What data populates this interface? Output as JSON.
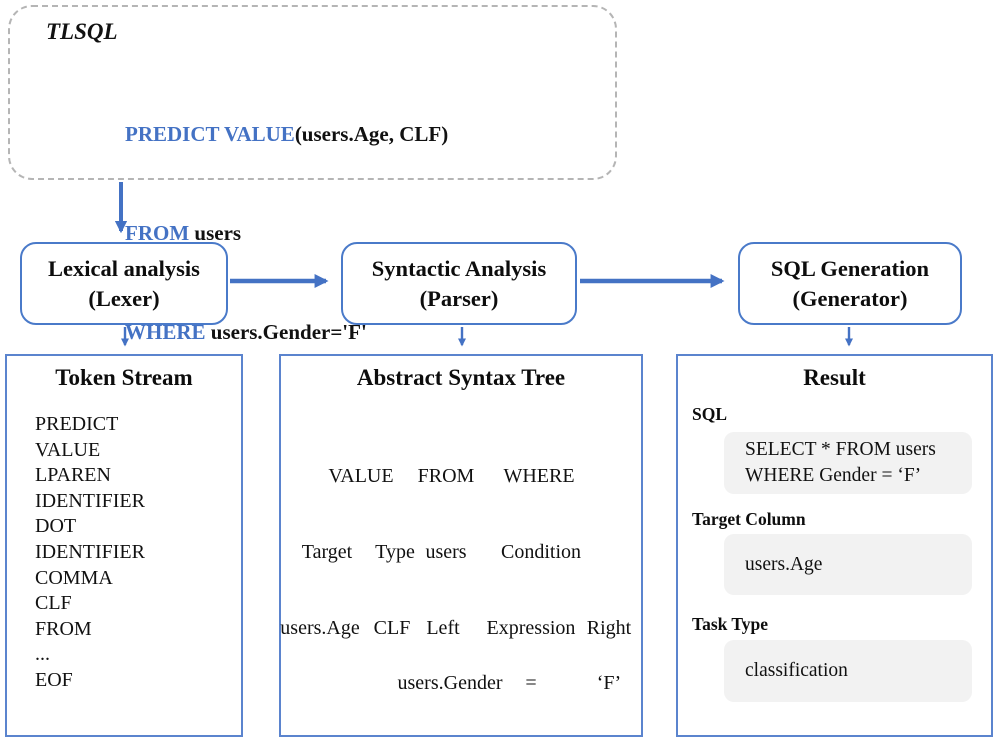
{
  "colors": {
    "accent_blue": "#4472c4",
    "box_border_blue": "#4a7ac9",
    "panel_border_blue": "#5b84ce",
    "tree_line_blue": "#5b84ce",
    "gray_panel": "#f2f2f2",
    "dashed_border_gray": "#b5b5b5"
  },
  "tlsql_box": {
    "label": "TLSQL",
    "query_lines": [
      {
        "keyword": "PREDICT VALUE",
        "rest": "(users.Age, CLF)"
      },
      {
        "keyword": "FROM",
        "rest": " users"
      },
      {
        "keyword": "WHERE",
        "rest": " users.Gender='F'"
      }
    ]
  },
  "pipeline": [
    {
      "title": "Lexical analysis",
      "subtitle": "(Lexer)"
    },
    {
      "title": "Syntactic Analysis",
      "subtitle": "(Parser)"
    },
    {
      "title": "SQL Generation",
      "subtitle": "(Generator)"
    }
  ],
  "token_stream": {
    "title": "Token Stream",
    "tokens": [
      "PREDICT",
      "VALUE",
      "LPAREN",
      "IDENTIFIER",
      "DOT",
      "IDENTIFIER",
      "COMMA",
      "CLF",
      "FROM",
      "...",
      "EOF"
    ]
  },
  "ast": {
    "title": "Abstract Syntax Tree",
    "level1": [
      "VALUE",
      "FROM",
      "WHERE"
    ],
    "level2": [
      "Target",
      "Type",
      "users",
      "Condition"
    ],
    "level3": [
      "users.Age",
      "CLF",
      "Left",
      "Expression",
      "Right"
    ],
    "level4": [
      "users.Gender",
      "=",
      "‘F’"
    ]
  },
  "result": {
    "title": "Result",
    "sections": [
      {
        "label": "SQL",
        "lines": [
          "SELECT * FROM users",
          "WHERE Gender = ‘F’"
        ]
      },
      {
        "label": "Target Column",
        "lines": [
          "users.Age"
        ]
      },
      {
        "label": "Task Type",
        "lines": [
          "classification"
        ]
      }
    ]
  }
}
